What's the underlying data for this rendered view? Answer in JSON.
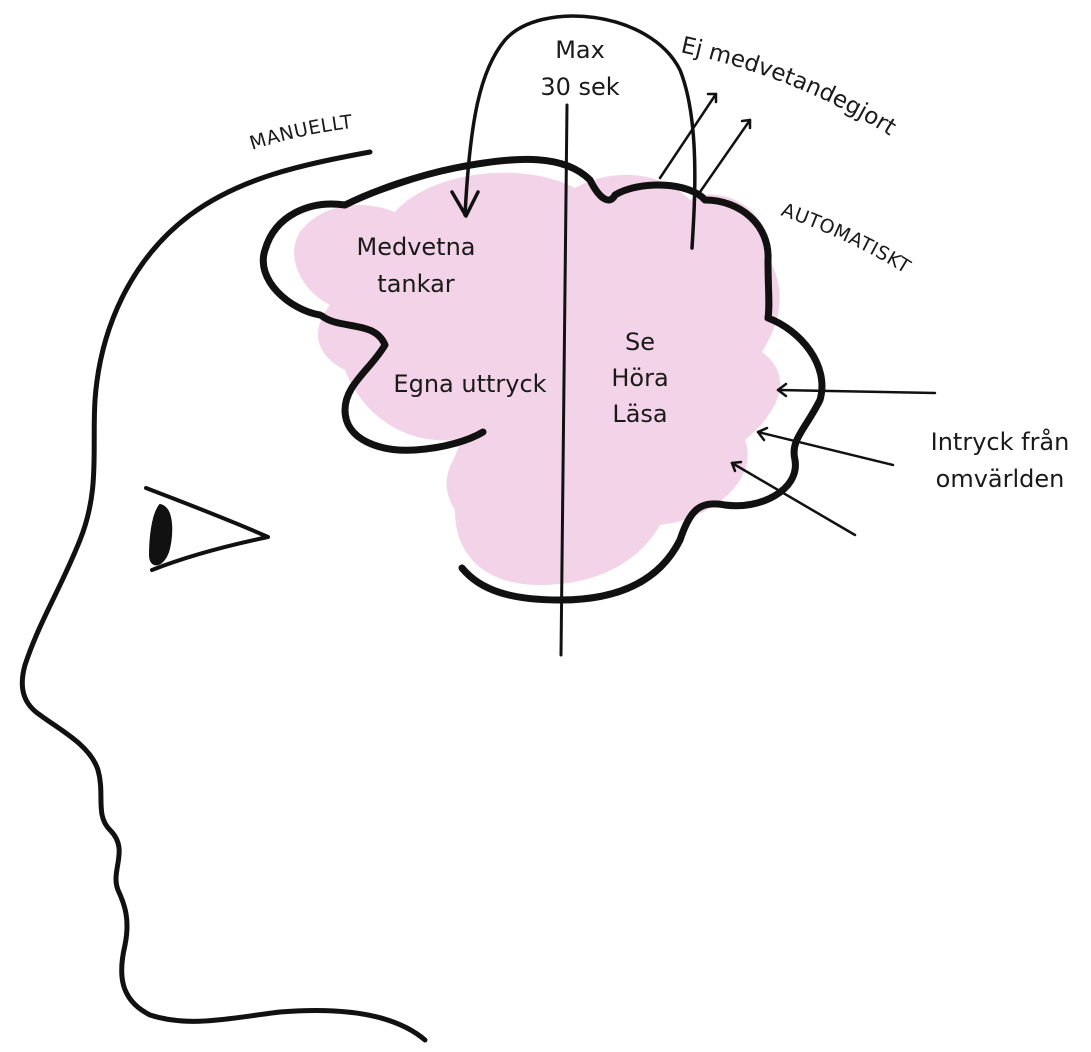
{
  "labels": {
    "max_line1": "Max",
    "max_line2": "30 sek",
    "ej_medvetandegjort": "Ej medvetandegjort",
    "manuellt": "MANUELLT",
    "automatiskt": "AUTOMATISKT",
    "medvetna_line1": "Medvetna",
    "medvetna_line2": "tankar",
    "egna_uttryck": "Egna uttryck",
    "se": "Se",
    "hora": "Höra",
    "lasa": "Läsa",
    "intryck_line1": "Intryck från",
    "intryck_line2": "omvärlden"
  },
  "colors": {
    "cloud_fill": "#f3d3e8",
    "ink": "#111111"
  }
}
